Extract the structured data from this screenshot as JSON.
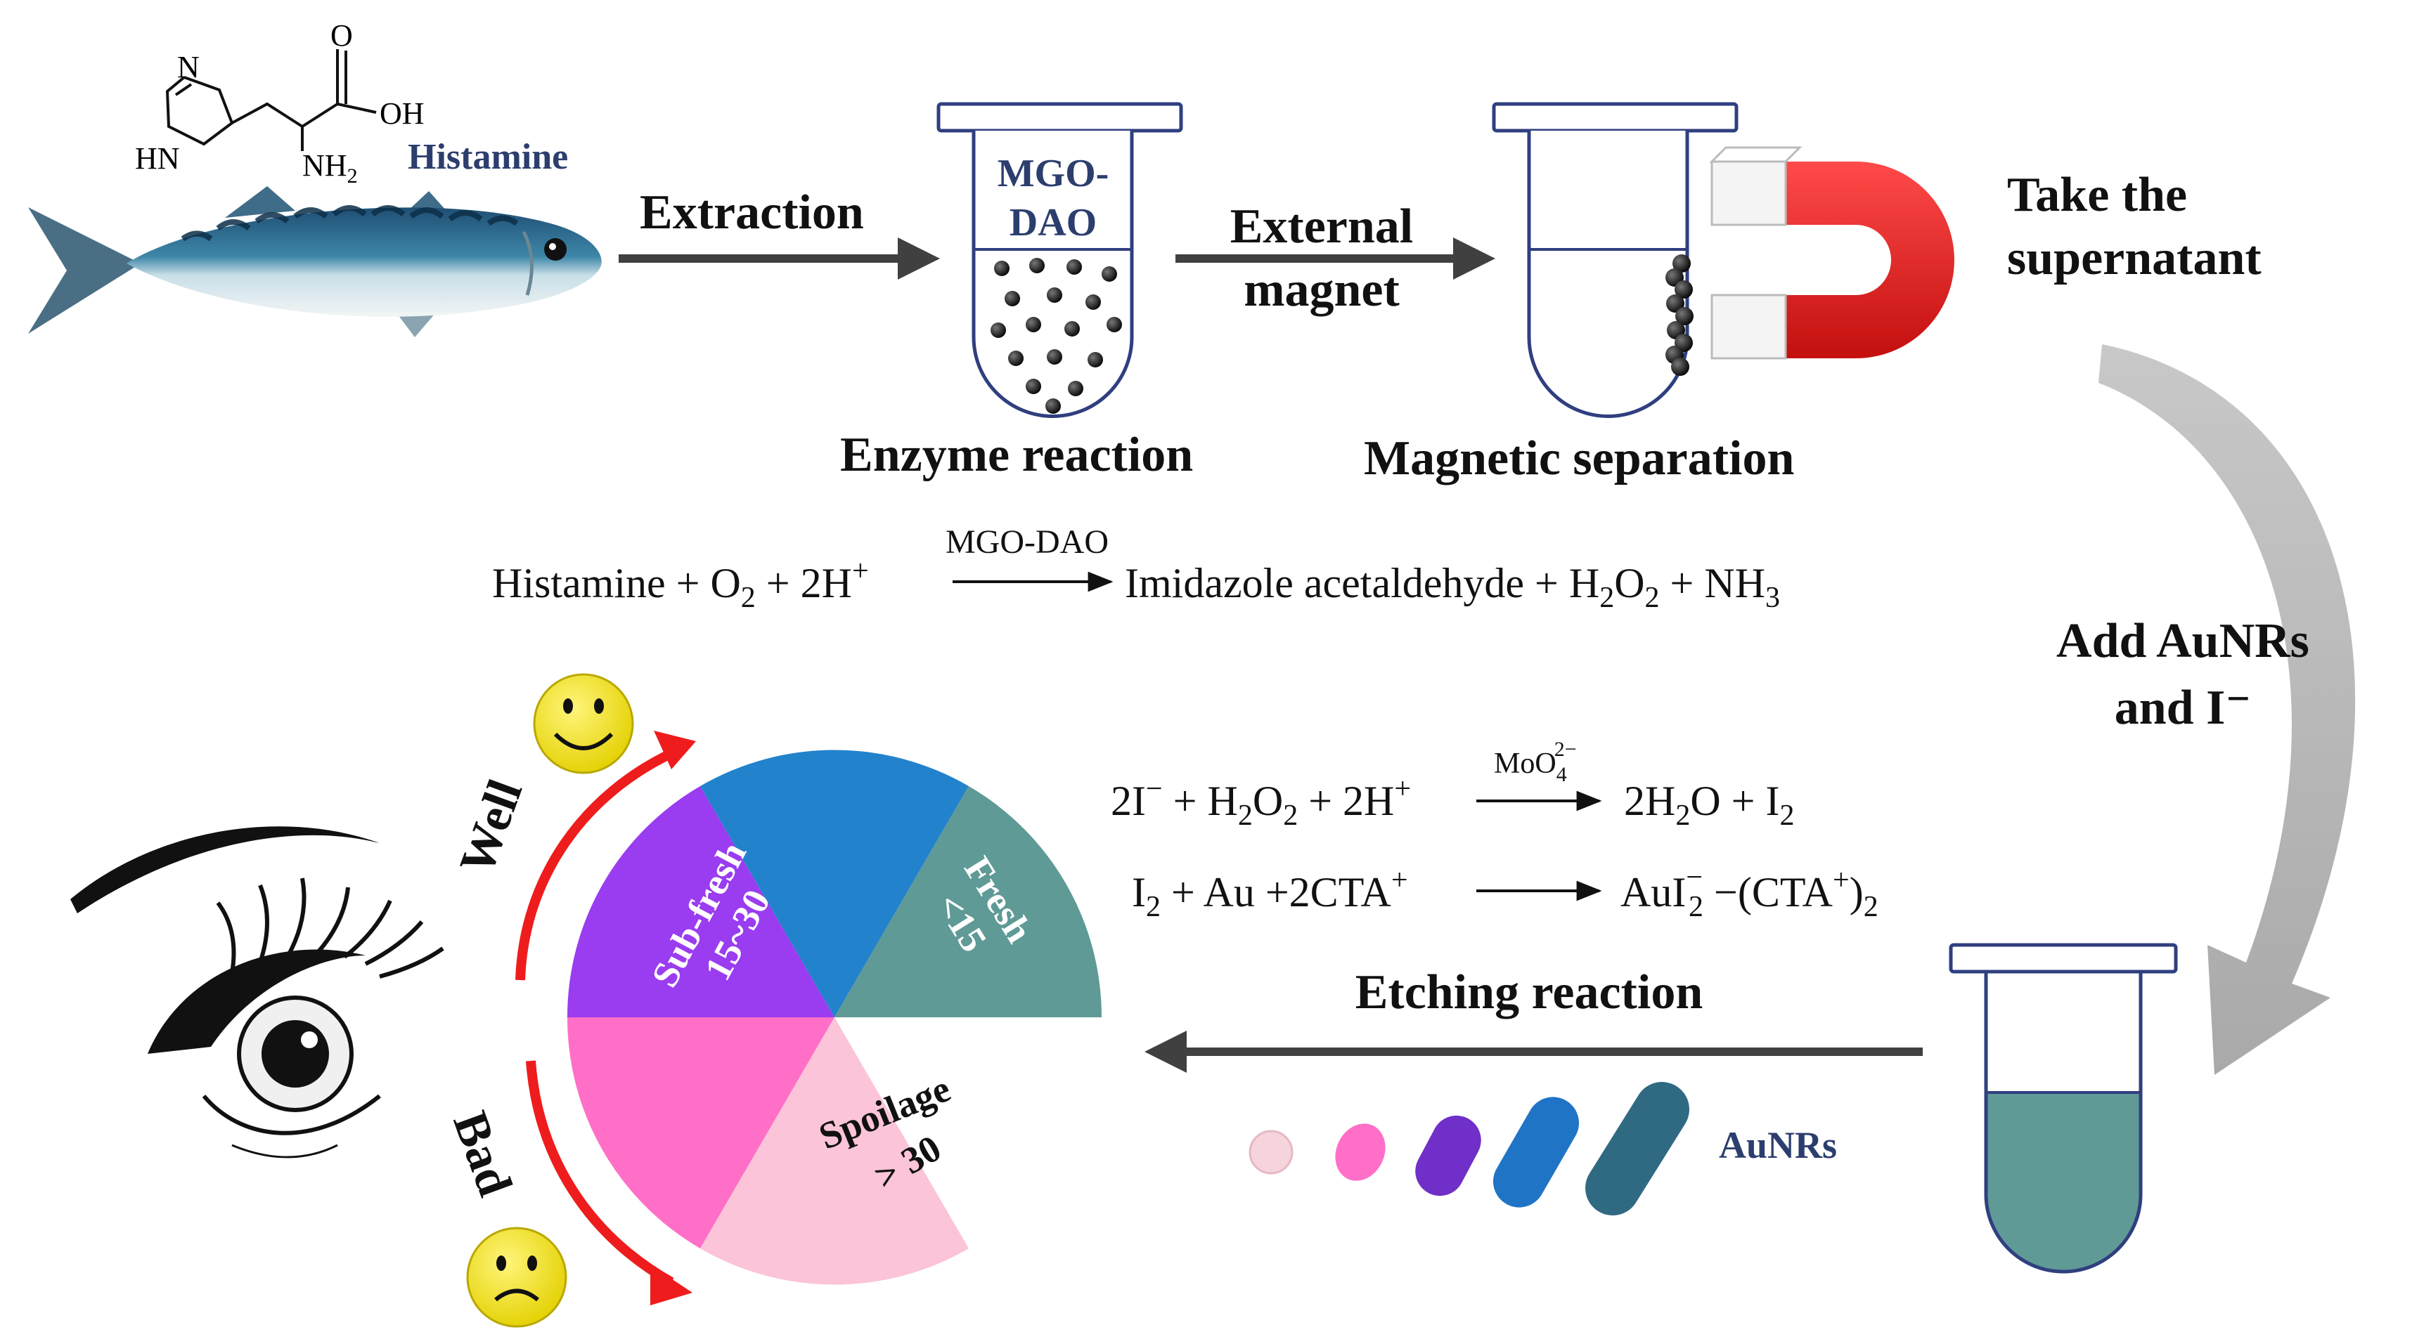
{
  "histamine_structure": {
    "label": "Histamine",
    "atom_O": "O",
    "atom_OH": "OH",
    "atom_N": "N",
    "atom_HN": "HN",
    "atom_NH": "NH",
    "atom_NH_sub": "2"
  },
  "steps": {
    "extraction": "Extraction",
    "enzyme_tube_label_1": "MGO-",
    "enzyme_tube_label_2": "DAO",
    "enzyme_reaction": "Enzyme reaction",
    "external_magnet_1": "External",
    "external_magnet_2": "magnet",
    "magnetic_separation": "Magnetic separation",
    "take_supernatant_1": "Take the",
    "take_supernatant_2": "supernatant",
    "add_aunrs_1": "Add AuNRs",
    "add_aunrs_2": "and I⁻",
    "etching_reaction": "Etching reaction",
    "aunrs": "AuNRs"
  },
  "equations": {
    "eq1_catalyst": "MGO-DAO",
    "eq1_left_a": "Histamine + O",
    "eq1_sub_a": "2",
    "eq1_left_b": " + 2H",
    "eq1_sup_b": "+",
    "eq1_right_a": "Imidazole acetaldehyde + H",
    "eq1_sub_c": "2",
    "eq1_right_b": "O",
    "eq1_sub_d": "2",
    "eq1_right_c": " + NH",
    "eq1_sub_e": "3",
    "eq2_catalyst_a": "MoO",
    "eq2_catalyst_sub": "4",
    "eq2_catalyst_sup": "2−",
    "eq2_left_a": "2I",
    "eq2_sup_a": "−",
    "eq2_left_b": " + H",
    "eq2_sub_b": "2",
    "eq2_left_c": "O",
    "eq2_sub_c": "2",
    "eq2_left_d": " + 2H",
    "eq2_sup_d": "+",
    "eq2_right_a": "2H",
    "eq2_sub_e": "2",
    "eq2_right_b": "O + I",
    "eq2_sub_f": "2",
    "eq3_left_a": "I",
    "eq3_sub_a": "2",
    "eq3_left_b": " + Au +2CTA",
    "eq3_sup_b": "+",
    "eq3_right_a": "AuI",
    "eq3_sup_c": "−",
    "eq3_sub_c": "2",
    "eq3_right_b": " −(CTA",
    "eq3_sup_d": "+",
    "eq3_right_c": ")",
    "eq3_sub_d": "2"
  },
  "freshness_wheel": {
    "well": "Well",
    "bad": "Bad",
    "sub_fresh_label": "Sub-fresh",
    "sub_fresh_range": "15~30",
    "fresh_label": "Fresh",
    "fresh_range": "<15",
    "spoilage_label": "Spoilage",
    "spoilage_range": "> 30"
  },
  "colors": {
    "arrow_dark": "#404040",
    "red_arrow": "#ee1c1c",
    "tube_outline": "#2f3f7f",
    "solution_teal": "#5f9a97",
    "wheel_purple": "#9a3cf0",
    "wheel_blue": "#2382cc",
    "wheel_teal": "#5f9a96",
    "wheel_magenta": "#ff6fc7",
    "wheel_pink": "#fbc4d8",
    "navy_text": "#2c3e6e",
    "aunr_purple": "#6f2fc8",
    "aunr_blue": "#1f74c6",
    "aunr_teal": "#2f6a82"
  },
  "icons": [
    "fish-image",
    "eye-icon",
    "smiley-happy-icon",
    "smiley-sad-icon",
    "magnet-icon",
    "magnetic-bead-icon",
    "aunr-rod-icon",
    "curved-process-arrow-icon"
  ]
}
